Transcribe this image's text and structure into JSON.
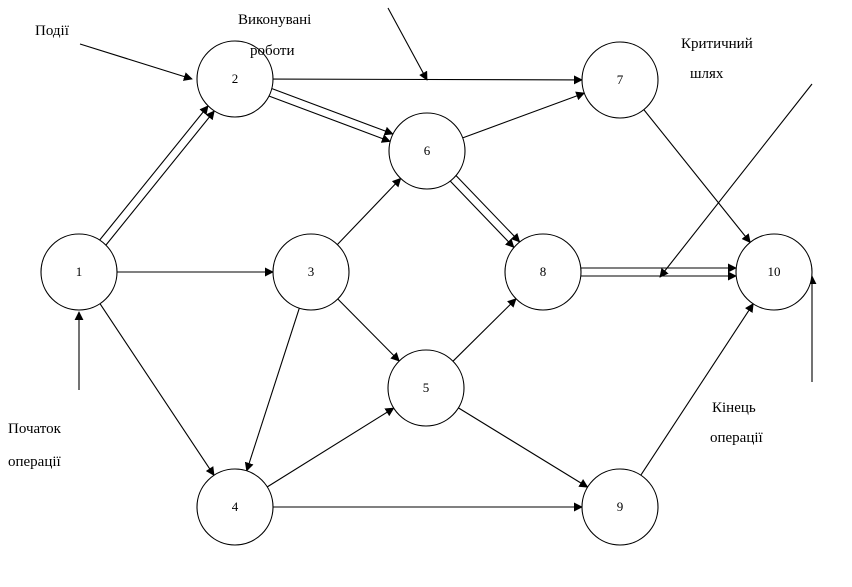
{
  "nodes": [
    "1",
    "2",
    "3",
    "4",
    "5",
    "6",
    "7",
    "8",
    "9",
    "10"
  ],
  "edges": [
    {
      "from": "1",
      "to": "2",
      "critical": true
    },
    {
      "from": "1",
      "to": "3",
      "critical": false
    },
    {
      "from": "1",
      "to": "4",
      "critical": false
    },
    {
      "from": "2",
      "to": "6",
      "critical": true
    },
    {
      "from": "2",
      "to": "7",
      "critical": false
    },
    {
      "from": "3",
      "to": "4",
      "critical": false
    },
    {
      "from": "3",
      "to": "5",
      "critical": false
    },
    {
      "from": "3",
      "to": "6",
      "critical": false
    },
    {
      "from": "4",
      "to": "5",
      "critical": false
    },
    {
      "from": "4",
      "to": "9",
      "critical": false
    },
    {
      "from": "5",
      "to": "8",
      "critical": false
    },
    {
      "from": "5",
      "to": "9",
      "critical": false
    },
    {
      "from": "6",
      "to": "7",
      "critical": false
    },
    {
      "from": "6",
      "to": "8",
      "critical": true
    },
    {
      "from": "7",
      "to": "10",
      "critical": false
    },
    {
      "from": "8",
      "to": "10",
      "critical": true
    },
    {
      "from": "9",
      "to": "10",
      "critical": false
    }
  ],
  "annotations": {
    "events": "Події",
    "works_line1": "Виконувані",
    "works_line2": "роботи",
    "critical_line1": "Критичний",
    "critical_line2": "шлях",
    "start_line1": "Початок",
    "start_line2": "операції",
    "end_line1": "Кінець",
    "end_line2": "операції"
  }
}
